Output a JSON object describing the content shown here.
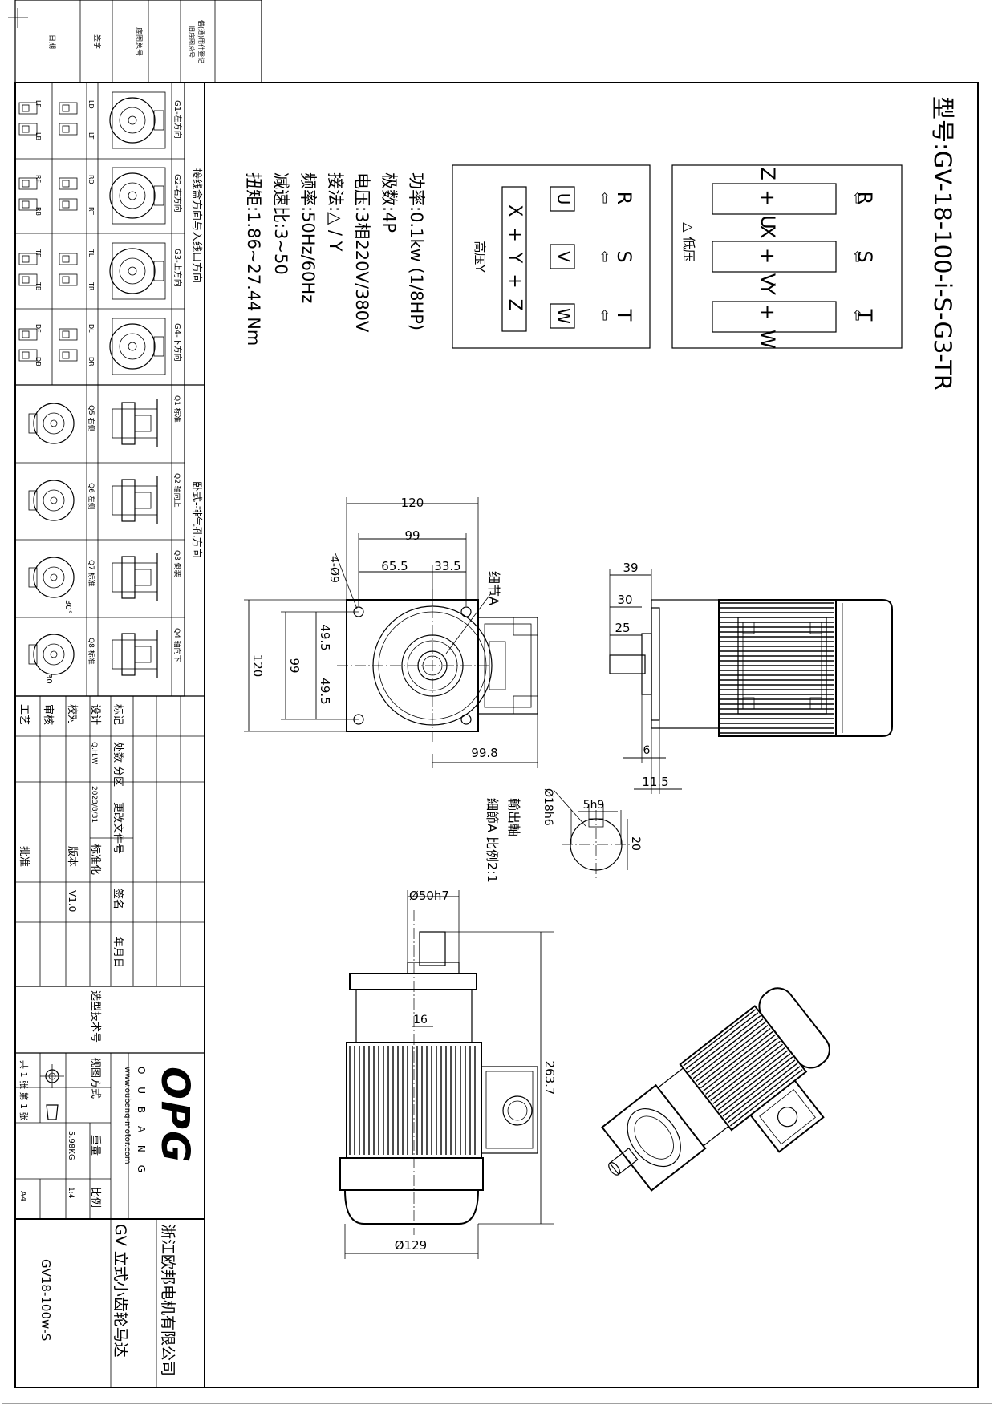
{
  "model": {
    "text": "型号:GV-18-100-i-S-G3-TR"
  },
  "wiring": {
    "low_voltage": {
      "caption": "△ 低压",
      "terminals": [
        "R",
        "S",
        "T"
      ],
      "arrows": [
        "⇦",
        "⇦",
        "⇦"
      ],
      "boxes": [
        "Z + U",
        "X + V",
        "Y + W"
      ]
    },
    "high_voltage": {
      "caption": "高压Y",
      "terminals": [
        "R",
        "S",
        "T"
      ],
      "arrows": [
        "⇦",
        "⇦",
        "⇦"
      ],
      "leads": [
        "U",
        "V",
        "W"
      ],
      "star_box": "X + Y + Z"
    }
  },
  "specs": [
    "功率:0.1kw (1/8HP)",
    "极数:4P",
    "电压:3相220V/380V",
    "接法:△ / Y",
    "频率:50Hz/60Hz",
    "减速比:3~50",
    "扭矩:1.86~27.44 Nm"
  ],
  "front_view": {
    "dims": [
      "120",
      "99",
      "65.5",
      "33.5",
      "4-Ø9",
      "120",
      "99",
      "49.5",
      "49.5",
      "99.8"
    ],
    "detail_label": "细节A"
  },
  "side_view": {
    "dims": [
      "39",
      "30",
      "25",
      "6",
      "11.5"
    ]
  },
  "shaft_detail": {
    "dims": [
      "Ø18h6",
      "5h9",
      "20"
    ],
    "label_1": "輸出軸",
    "label_2": "細節A 比例2:1"
  },
  "top_view": {
    "dims": [
      "Ø50h7",
      "16",
      "263.7",
      "Ø129"
    ]
  },
  "orientation_chart": {
    "title_1": "接线盒方向与入线口方向",
    "title_2": "卧式-排气孔方向",
    "junction_box": [
      {
        "name": "G1-左方向",
        "codes": [
          "LD",
          "LT",
          "LF",
          "LB"
        ]
      },
      {
        "name": "G2-右方向",
        "codes": [
          "RD",
          "RT",
          "RF",
          "RB"
        ]
      },
      {
        "name": "G3-上方向",
        "codes": [
          "TL",
          "TR",
          "TF",
          "TB"
        ]
      },
      {
        "name": "G4-下方向",
        "codes": [
          "DL",
          "DR",
          "DF",
          "DB"
        ]
      }
    ],
    "vent": [
      {
        "name": "Q1 标准",
        "alt": "Q5 右侧"
      },
      {
        "name": "Q2 轴向上",
        "alt": "Q6 左侧"
      },
      {
        "name": "Q3 倒装",
        "alt": "Q7 标准",
        "angle": "30°"
      },
      {
        "name": "Q4 轴向下",
        "alt": "Q8 标准",
        "angle": "30"
      }
    ]
  },
  "title_block": {
    "headers": [
      "标记",
      "处数",
      "分区",
      "更改文件号",
      "标准化",
      "签名",
      "年月日"
    ],
    "roles": [
      "设计",
      "校对",
      "审核",
      "工艺",
      "批准"
    ],
    "designer": "Q.H.W",
    "date": "2023/8/31",
    "version_label": "版本",
    "version": "V1.0",
    "selection_label": "选型技术号",
    "projection_label": "视图方式",
    "weight_label": "重量",
    "weight": "5.98KG",
    "scale_label": "比例",
    "scale": "1:4",
    "sheets": "共 1 张 第 1 张",
    "paper": "A4",
    "brand": "OPG",
    "brand_letters": "O U B A N G",
    "website": "www.oubang-motor.com",
    "company": "浙江欧邦电机有限公司",
    "product": "GV 立式小齿轮马达",
    "drawing_no": "GV18-100w-S"
  },
  "corner_block": {
    "labels": [
      "日期",
      "签字",
      "底图总号",
      "借(通)用件登记",
      "旧底图总号"
    ]
  }
}
